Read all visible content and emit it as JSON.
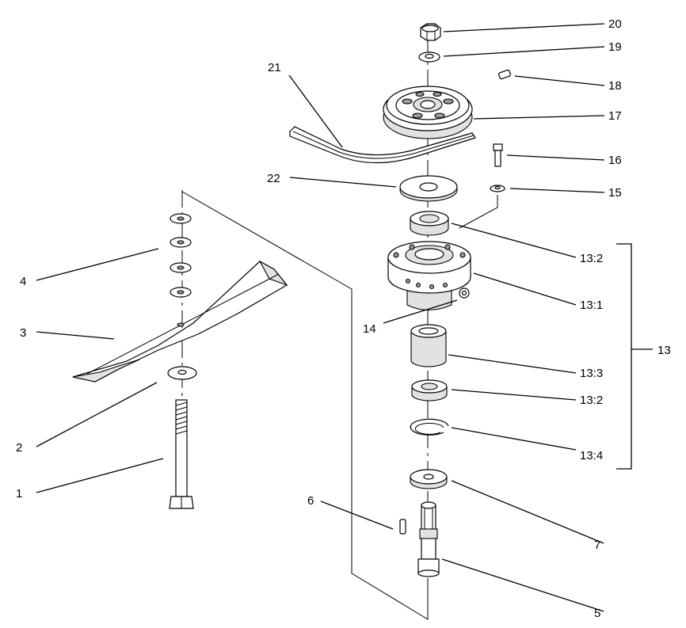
{
  "callouts": {
    "c1": "1",
    "c2": "2",
    "c3": "3",
    "c4": "4",
    "c5": "5",
    "c6": "6",
    "c7": "7",
    "c13": "13",
    "c13_1": "13:1",
    "c13_2a": "13:2",
    "c13_2b": "13:2",
    "c13_3": "13:3",
    "c13_4": "13:4",
    "c14": "14",
    "c15": "15",
    "c16": "16",
    "c17": "17",
    "c18": "18",
    "c19": "19",
    "c20": "20",
    "c21": "21",
    "c22": "22"
  }
}
